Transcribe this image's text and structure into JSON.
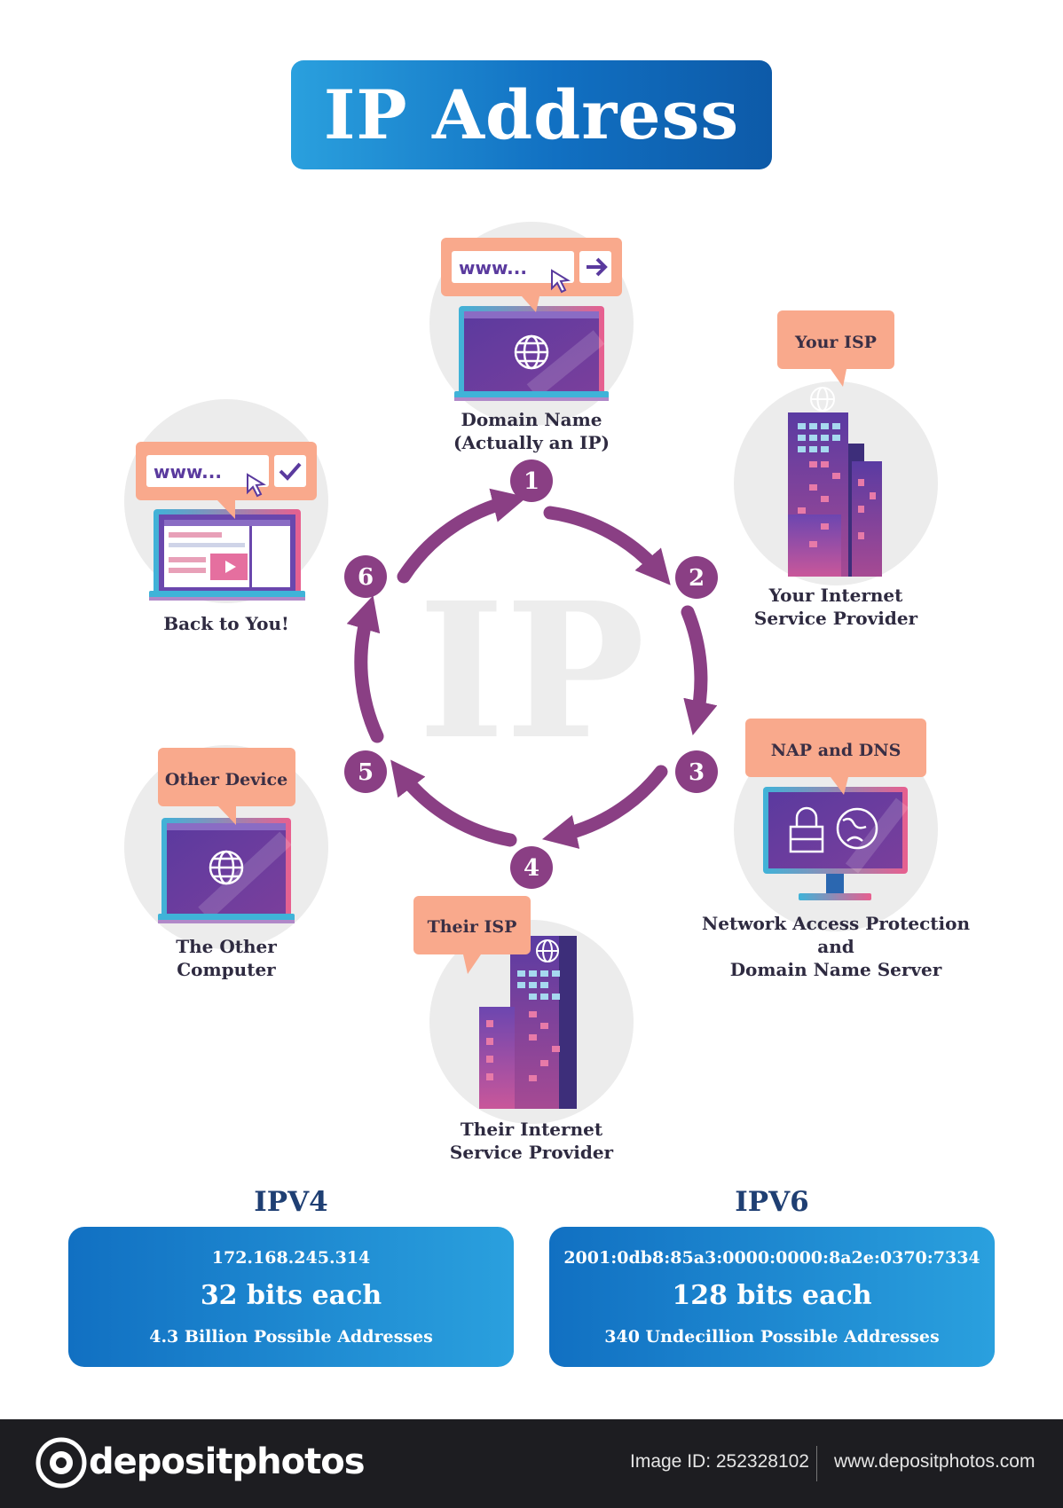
{
  "title": "IP Address",
  "center_watermark": "IP",
  "steps": [
    {
      "number": "1",
      "label": "Domain Name\n(Actually an IP)",
      "bubble": "www..."
    },
    {
      "number": "2",
      "label": "Your Internet\nService Provider",
      "bubble": "Your ISP"
    },
    {
      "number": "3",
      "label": "Network Access Protection\nand\nDomain Name Server",
      "bubble": "NAP and DNS"
    },
    {
      "number": "4",
      "label": "Their Internet\nService Provider",
      "bubble": "Their ISP"
    },
    {
      "number": "5",
      "label": "The Other\nComputer",
      "bubble": "Other Device"
    },
    {
      "number": "6",
      "label": "Back to You!",
      "bubble": "www..."
    }
  ],
  "ipv4": {
    "title": "IPV4",
    "address": "172.168.245.314",
    "bits": "32 bits each",
    "possible": "4.3 Billion Possible Addresses"
  },
  "ipv6": {
    "title": "IPV6",
    "address": "2001:0db8:85a3:0000:0000:8a2e:0370:7334",
    "bits": "128 bits each",
    "possible": "340 Undecillion Possible Addresses"
  },
  "footer": {
    "logo": "depositphotos",
    "image_id": "Image ID: 252328102",
    "url": "www.depositphotos.com"
  },
  "colors": {
    "arrow": "#8a3f84",
    "bubble": "#f9a98c",
    "screen": "#5a3a9e",
    "title_blue": "#1170c2",
    "circle_bg": "#ececec",
    "footer": "#1d1d21"
  },
  "icons": [
    "globe-icon",
    "arrow-right-icon",
    "cursor-icon",
    "check-icon",
    "lock-icon",
    "play-icon"
  ]
}
